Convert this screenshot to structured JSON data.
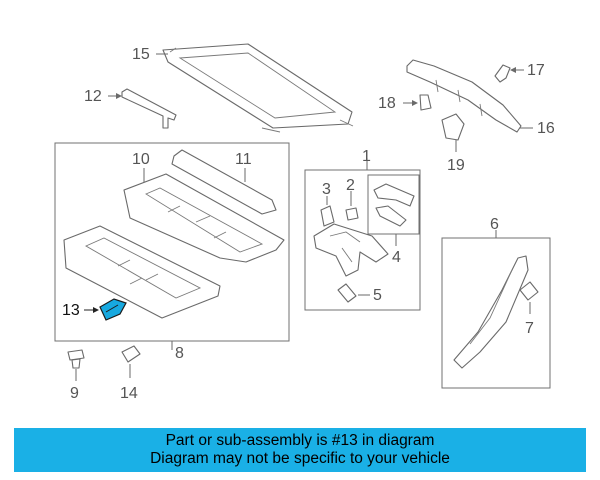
{
  "callouts": {
    "c1": "1",
    "c2": "2",
    "c3": "3",
    "c4": "4",
    "c5": "5",
    "c6": "6",
    "c7": "7",
    "c8": "8",
    "c9": "9",
    "c10": "10",
    "c11": "11",
    "c12": "12",
    "c13": "13",
    "c14": "14",
    "c15": "15",
    "c16": "16",
    "c17": "17",
    "c18": "18",
    "c19": "19"
  },
  "highlight": {
    "part": "13",
    "color": "#17a9e0"
  },
  "banner": {
    "line1": "Part or sub-assembly is #13 in diagram",
    "line2": "Diagram may not be specific to your vehicle",
    "color": "#1ab0e6"
  }
}
